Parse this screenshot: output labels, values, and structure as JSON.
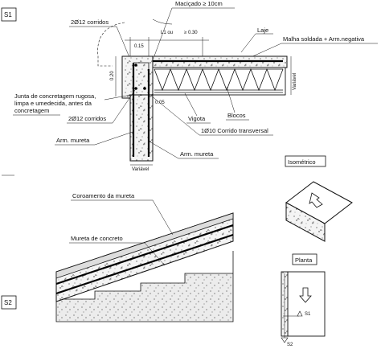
{
  "section1": {
    "tag": "S1",
    "labels": {
      "macicado": "Maciçado ≥ 10cm",
      "bars_top": "2Ø12 corridos",
      "laje": "Laje",
      "malha": "Malha soldada + Arm.negativa",
      "junta_1": "Junta de concretagem rugosa,",
      "junta_2": "limpa e umedecida, antes da",
      "junta_3": "concretagem",
      "bars_bottom": "2Ø12 corridos",
      "vigota": "Vigota",
      "blocos": "Blocos",
      "corrido": "1Ø10 Corrido transversal",
      "arm_mureta_left": "Arm. mureta",
      "arm_mureta_right": "Arm. mureta"
    },
    "dims": {
      "d015": "0.15",
      "l1": "L1 ou",
      "d030": "≥ 0.30",
      "d020": "0.20",
      "d005": "0.05",
      "variavel_right": "Variável",
      "variavel_bottom": "Variável"
    }
  },
  "section2": {
    "tag": "S2",
    "labels": {
      "coroamento": "Coroamento da mureta",
      "mureta": "Mureta de concreto"
    }
  },
  "isometrico": {
    "title": "Isométrico"
  },
  "planta": {
    "title": "Planta",
    "s1": "S1",
    "s2": "S2"
  }
}
